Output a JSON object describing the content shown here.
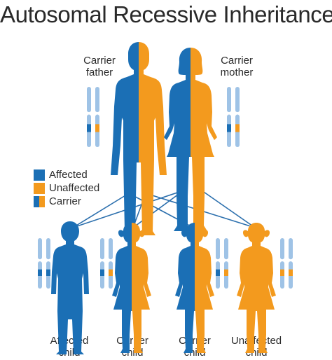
{
  "title": "Autosomal Recessive Inheritance",
  "colors": {
    "affected": "#1b6fb5",
    "unaffected": "#f39a1e",
    "chromosome": "#9fc3e6",
    "line": "#2b6fad"
  },
  "parents": [
    {
      "label_line1": "Carrier",
      "label_line2": "father",
      "genotype": "carrier"
    },
    {
      "label_line1": "Carrier",
      "label_line2": "mother",
      "genotype": "carrier"
    }
  ],
  "legend": [
    {
      "label": "Affected",
      "type": "affected"
    },
    {
      "label": "Unaffected",
      "type": "unaffected"
    },
    {
      "label": "Carrier",
      "type": "carrier"
    }
  ],
  "children": [
    {
      "label_line1": "Affected",
      "label_line2": "child",
      "genotype": "affected"
    },
    {
      "label_line1": "Carrier",
      "label_line2": "child",
      "genotype": "carrier"
    },
    {
      "label_line1": "Carrier",
      "label_line2": "child",
      "genotype": "carrier"
    },
    {
      "label_line1": "Unaffected",
      "label_line2": "child",
      "genotype": "unaffected"
    }
  ]
}
